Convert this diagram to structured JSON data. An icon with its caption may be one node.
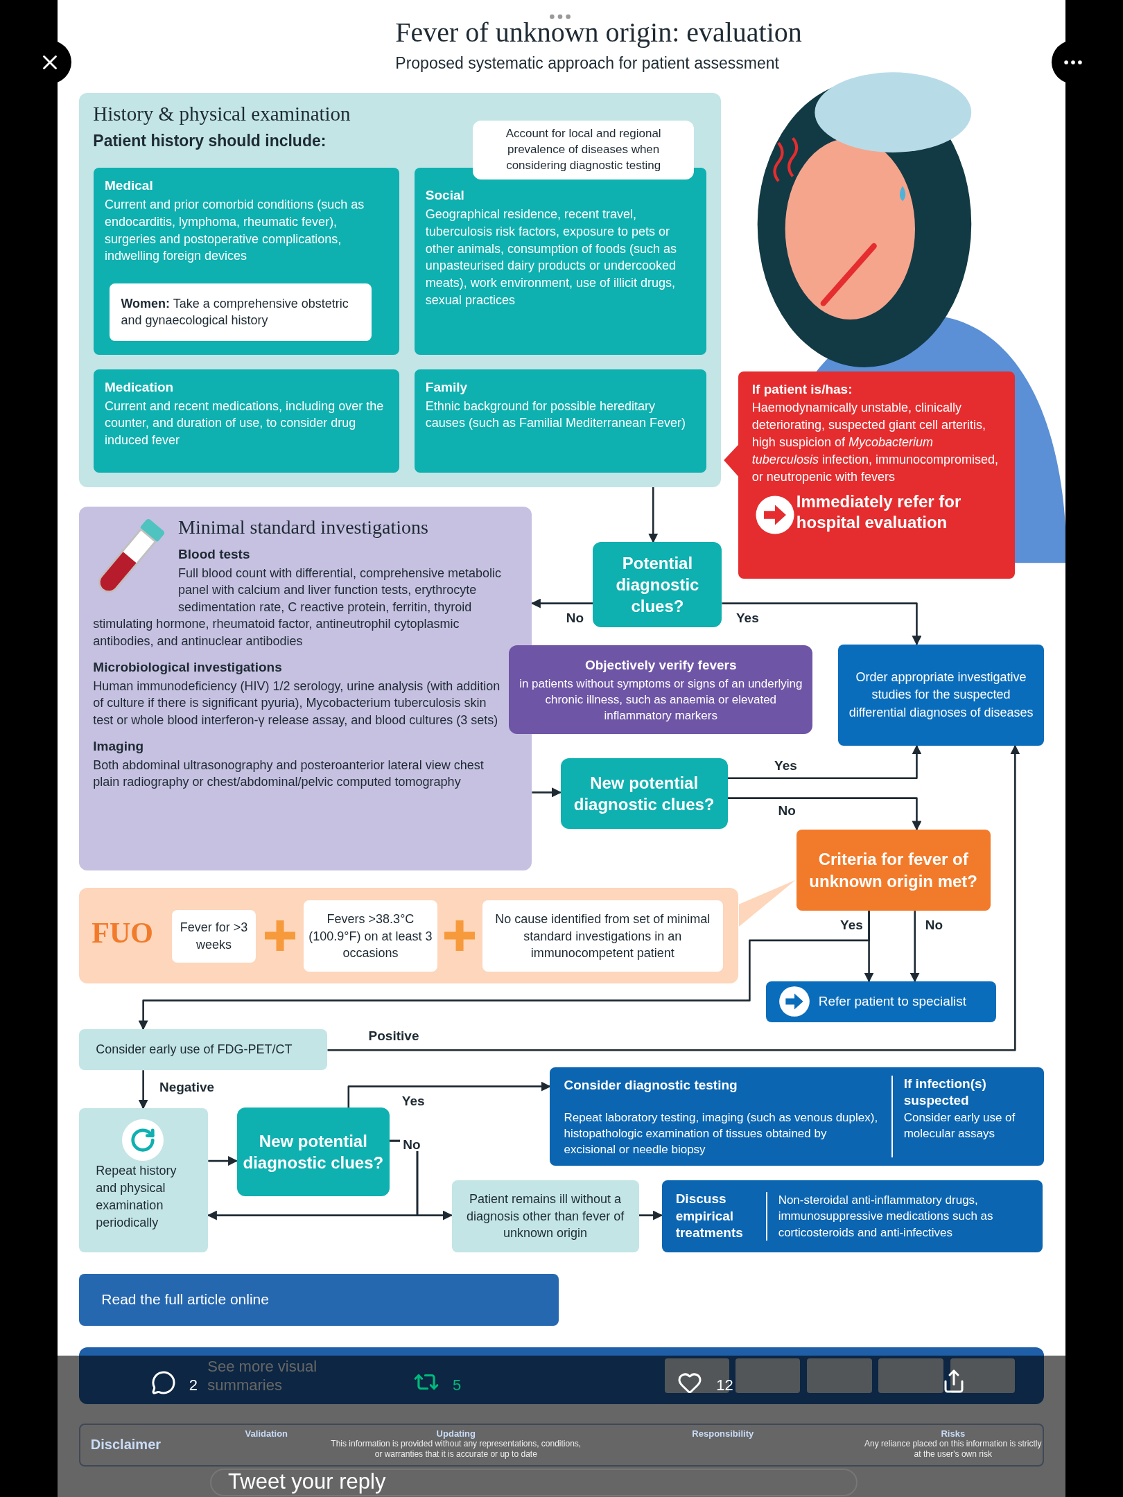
{
  "diagram": {
    "title": "Fever of unknown origin: evaluation",
    "nodes": [
      {
        "text": [
          "History & physical examination",
          "Patient history should include:"
        ]
      },
      {
        "text": [
          "Medical",
          "Current and prior comorbid conditions (such as endocarditis, lymphoma, rheumatic fever), surgeries and postoperative complications, indwelling foreign devices"
        ],
        "in": 0
      },
      {
        "text": [
          "**Women:** Take a comprehensive obstetric and gynaecological history"
        ],
        "in": 1
      },
      {
        "text": [
          "Social",
          "Geographical residence, recent travel, tuberculosis risk factors, exposure to pets or other animals, consumption of foods (such as unpasteurised dairy products or undercooked meats), work environment, use of illicit drugs, sexual practices"
        ],
        "in": 0
      },
      {
        "text": [
          "Account for local and regional prevalence of diseases when considering diagnostic testing"
        ],
        "in": 0
      },
      {
        "text": [
          "Medication",
          "Current and recent medications, including over the counter, and duration of use, to consider drug induced fever"
        ],
        "in": 0
      },
      {
        "text": [
          "Family",
          "Ethnic background for possible hereditary causes (such as Familial Mediterranean Fever)"
        ],
        "in": 0
      },
      {
        "text": [
          "If patient is/has:",
          "Haemodynamically unstable, clinically deteriorating, suspected giant cell arteritis, high suspicion of *Mycobacterium tuberculosis* infection, immunocompromised, or neutropenic with fevers",
          "Immediately refer for hospital evaluation"
        ]
      },
      {
        "text": [
          "Minimal standard investigations",
          "Blood tests",
          "Full blood count with differential, comprehensive metabolic panel with calcium and liver function tests, erythrocyte sedimentation rate, C reactive protein, ferritin, thyroid stimulating hormone, rheumatoid factor, antineutrophil cytoplasmic antibodies, and antinuclear antibodies",
          "Microbiological investigations",
          "Human immunodeficiency (HIV) 1/2 serology, urine analysis (with addition of culture if there is significant pyuria), Mycobacterium tuberculosis skin test or whole blood interferon-γ release assay, and blood cultures (3 sets)",
          "Imaging",
          "Both abdominal ultrasonography and posteroanterior lateral view chest plain radiography or chest/abdominal/pelvic computed tomography"
        ]
      },
      {
        "text": [
          "Potential diagnostic clues?"
        ]
      },
      {
        "text": [
          "Objectively verify fevers",
          "in patients without symptoms or signs of an underlying chronic illness, such as anaemia or elevated inflammatory markers"
        ]
      },
      {
        "text": [
          "Order appropriate investigative studies for the suspected differential diagnoses of diseases"
        ]
      },
      {
        "text": [
          "New potential diagnostic clues?"
        ]
      },
      {
        "text": [
          "Criteria for fever of unknown origin met?"
        ]
      },
      {
        "text": [
          "FUO"
        ]
      },
      {
        "text": [
          "Fever for >3 weeks"
        ],
        "in": 14
      },
      {
        "text": [
          "Fevers >38.3°C (100.9°F) on at least 3 occasions"
        ],
        "in": 14
      },
      {
        "text": [
          "No cause identified from set of minimal standard investigations in an immunocompetent patient"
        ],
        "in": 14
      },
      {
        "text": [
          "Refer patient to specialist"
        ]
      },
      {
        "text": [
          "Consider early use of FDG-PET/CT"
        ]
      },
      {
        "text": [
          "Repeat history and physical examination periodically"
        ]
      },
      {
        "text": [
          "New potential diagnostic clues?"
        ]
      },
      {
        "text": [
          "Consider diagnostic testing",
          "Repeat laboratory testing, imaging (such as venous duplex), histopathologic examination of tissues obtained by excisional or needle biopsy",
          "If infection(s) suspected",
          "Consider early use of molecular assays"
        ]
      },
      {
        "text": [
          "Patient remains ill without a diagnosis other than fever of unknown origin"
        ]
      },
      {
        "text": [
          "Discuss empirical treatments",
          "Non-steroidal anti-inflammatory drugs, immunosuppressive medications such as corticosteroids and anti-infectives"
        ]
      },
      {
        "text": [
          "Read the full article online"
        ]
      },
      {
        "text": [
          "See more visual summaries"
        ]
      },
      {
        "text": [],
        "shape": "triangle"
      }
    ],
    "edges": [
      {
        "from": 0,
        "to": 9,
        "arrow": "to"
      },
      {
        "from": 9,
        "to": 8,
        "arrow": "to",
        "label": "No"
      },
      {
        "from": 9,
        "to": 11,
        "arrow": "to",
        "label": "Yes"
      },
      {
        "from": 8,
        "to": 12,
        "arrow": "to"
      },
      {
        "from": 12,
        "to": 11,
        "arrow": "to",
        "label": "Yes"
      },
      {
        "from": 12,
        "to": 13,
        "arrow": "to",
        "label": "No"
      },
      {
        "from": 13,
        "to": 18,
        "arrow": "to",
        "label": "Yes"
      },
      {
        "from": 13,
        "to": 18,
        "arrow": "to",
        "label": "No"
      },
      {
        "from": 13,
        "to": 19,
        "arrow": "to"
      },
      {
        "from": 19,
        "to": 11,
        "arrow": "to",
        "label": "Positive"
      },
      {
        "from": 19,
        "to": 20,
        "arrow": "to",
        "label": "Negative"
      },
      {
        "from": 20,
        "to": 21,
        "arrow": "to"
      },
      {
        "from": 21,
        "to": 22,
        "arrow": "to",
        "label": "Yes"
      },
      {
        "from": 21,
        "to": 23,
        "arrow": "to",
        "label": "No"
      },
      {
        "from": 21,
        "to": 20,
        "arrow": "to"
      },
      {
        "from": 23,
        "to": 24,
        "arrow": "to"
      }
    ],
    "labels": [
      "Proposed systematic approach for patient assessment",
      "Disclaimer",
      "Validation",
      "Updating",
      "This information is provided without any representations, conditions, or warranties that it is accurate or up to date",
      "Responsibility",
      "Risks",
      "Any reliance placed on this information is strictly at the user's own risk",
      "2",
      "5",
      "12",
      "Tweet your reply"
    ]
  }
}
